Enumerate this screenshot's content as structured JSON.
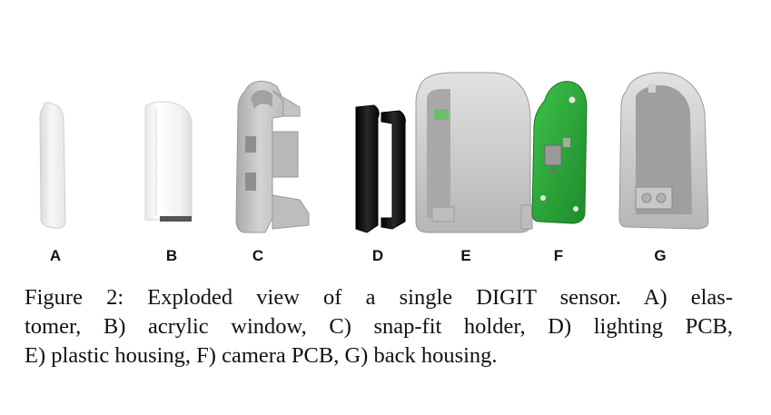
{
  "figure": {
    "labels": {
      "a": "A",
      "b": "B",
      "c": "C",
      "d": "D",
      "e": "E",
      "f": "F",
      "g": "G"
    },
    "caption": {
      "line1": "Figure 2: Exploded view of a single DIGIT sensor. A) elas-",
      "line2": "tomer, B) acrylic window, C) snap-fit holder, D) lighting PCB,",
      "line3": "E) plastic housing, F) camera PCB, G) back housing."
    },
    "colors": {
      "background": "#ffffff",
      "housing_gray": "#c9c9c9",
      "pcb_green": "#2ea83a",
      "lighting_black": "#111111",
      "elastomer_white": "#f3f3f3"
    }
  }
}
